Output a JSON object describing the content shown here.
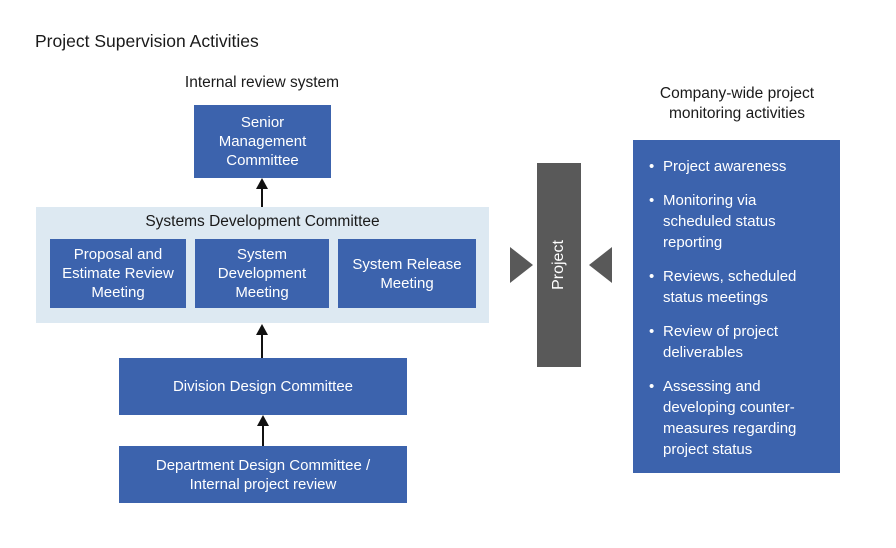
{
  "page": {
    "title": "Project Supervision Activities"
  },
  "internal_review": {
    "label": "Internal review system",
    "senior_box": "Senior Management Committee",
    "sdc": {
      "title": "Systems Development Committee",
      "boxes": [
        "Proposal and Estimate Review Meeting",
        "System Development Meeting",
        "System Release Meeting"
      ]
    },
    "division_box": "Division Design Committee",
    "department_box": "Department Design Committee / Internal project review"
  },
  "project_bar": {
    "label": "Project"
  },
  "monitoring": {
    "title": "Company-wide project monitoring activities",
    "bullet_glyph": "•",
    "bullets": [
      "Project awareness",
      "Monitoring via scheduled status reporting",
      "Reviews, scheduled status meetings",
      "Review of project deliverables",
      "Assessing and developing counter-measures regarding project status"
    ]
  },
  "colors": {
    "box_blue": "#3c63ad",
    "panel_light_blue": "#dde9f2",
    "bar_gray": "#595959",
    "text_dark": "#1a1a1a",
    "text_white": "#ffffff"
  }
}
